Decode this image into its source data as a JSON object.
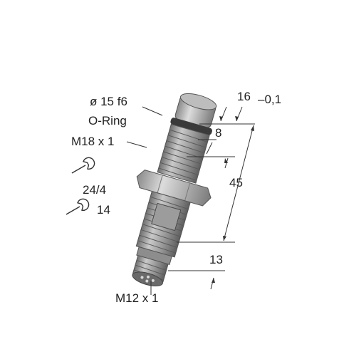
{
  "labels": {
    "diameter": "ø 15 f6",
    "oring": "O-Ring",
    "thread_body": "M18 x 1",
    "wrench_size_1": "24/4",
    "wrench_size_2": "14",
    "thread_connector": "M12 x 1"
  },
  "dimensions": {
    "tip_length": "16",
    "tip_tolerance": "–0,1",
    "head_length": "8",
    "thread_length": "45",
    "connector_length": "13"
  },
  "icons": {
    "wrench_upper": "wrench-icon",
    "wrench_lower": "wrench-icon"
  },
  "colors": {
    "body": "#9a9a9a",
    "body_dark": "#5a5a5a",
    "oring": "#3a3a3a",
    "label": "#222222"
  }
}
